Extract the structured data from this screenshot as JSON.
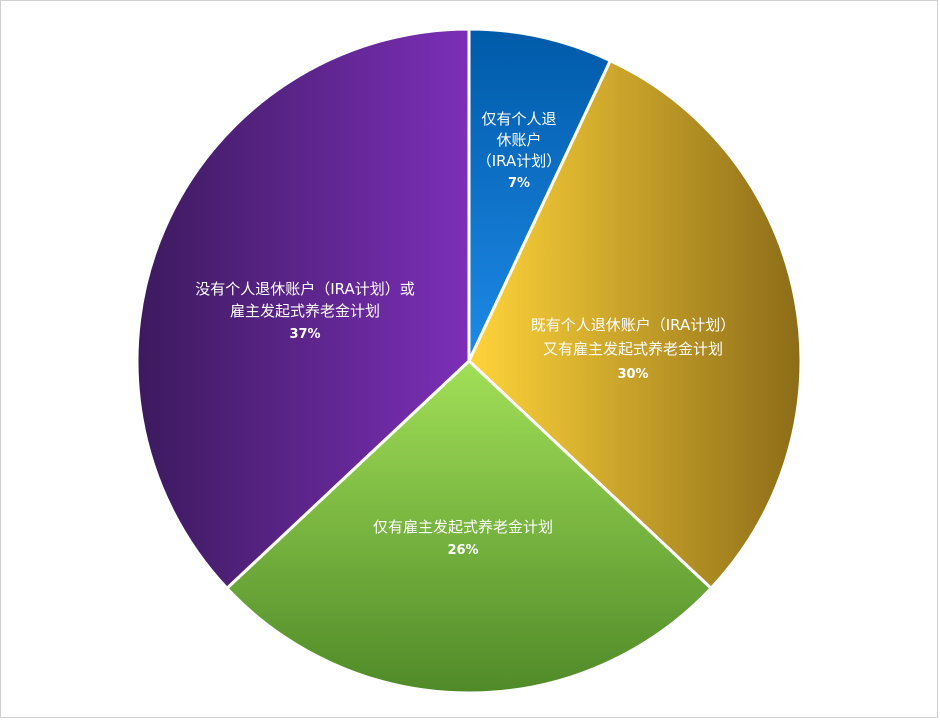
{
  "chart_data": {
    "type": "pie",
    "start_angle_deg": 0,
    "direction": "clockwise",
    "slices": [
      {
        "label_lines": [
          "仅有个人退",
          "休账户",
          "（IRA计划）"
        ],
        "value": 7,
        "value_label": "7%",
        "color_light": "#1e8ae8",
        "color_dark": "#005aa8"
      },
      {
        "label_lines": [
          "既有个人退休账户（IRA计划）",
          "又有雇主发起式养老金计划"
        ],
        "value": 30,
        "value_label": "30%",
        "color_light": "#ffd43a",
        "color_dark": "#8c6c18"
      },
      {
        "label_lines": [
          "仅有雇主发起式养老金计划"
        ],
        "value": 26,
        "value_label": "26%",
        "color_light": "#a2e058",
        "color_dark": "#4f8a28"
      },
      {
        "label_lines": [
          "没有个人退休账户（IRA计划）或",
          "雇主发起式养老金计划"
        ],
        "value": 37,
        "value_label": "37%",
        "color_light": "#7c2fb8",
        "color_dark": "#3c1a5e"
      }
    ]
  }
}
